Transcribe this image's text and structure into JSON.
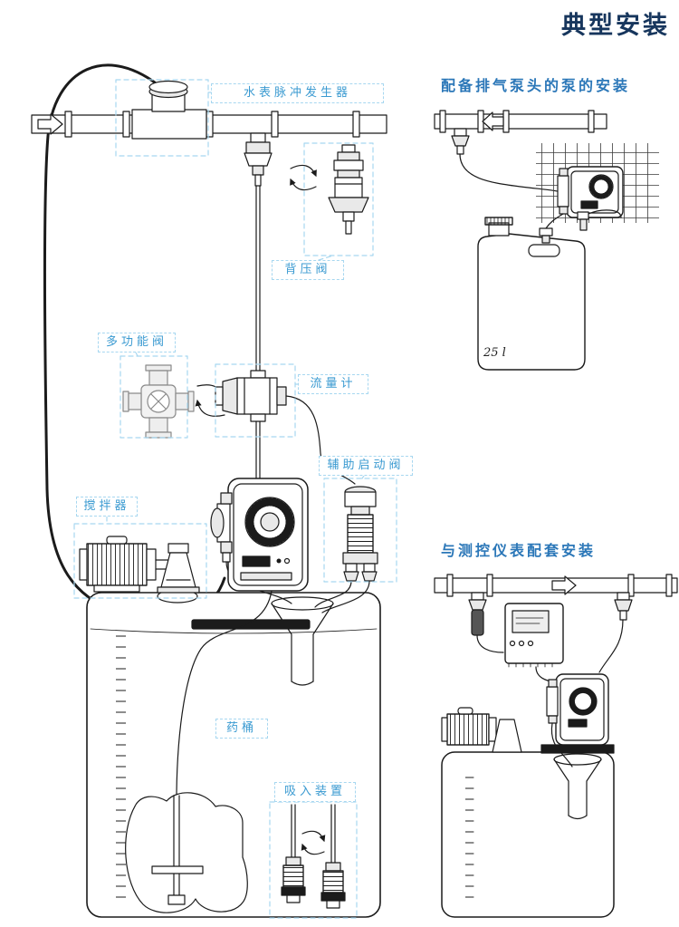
{
  "page": {
    "title": "典型安装"
  },
  "colors": {
    "title": "#17365d",
    "heading": "#2b77b8",
    "label_text": "#3a9ad1",
    "label_border": "#a7d7f0",
    "line": "#1b1b1b"
  },
  "main_diagram": {
    "labels": {
      "water_meter": "水表脉冲发生器",
      "back_pressure_valve": "背压阀",
      "multifunction_valve": "多功能阀",
      "flow_meter": "流量计",
      "aux_start_valve": "辅助启动阀",
      "mixer": "搅拌器",
      "tank": "药桶",
      "suction_device": "吸入装置"
    }
  },
  "right_top": {
    "heading": "配备排气泵头的泵的安装",
    "container_label": "25 l"
  },
  "right_bottom": {
    "heading": "与测控仪表配套安装"
  }
}
